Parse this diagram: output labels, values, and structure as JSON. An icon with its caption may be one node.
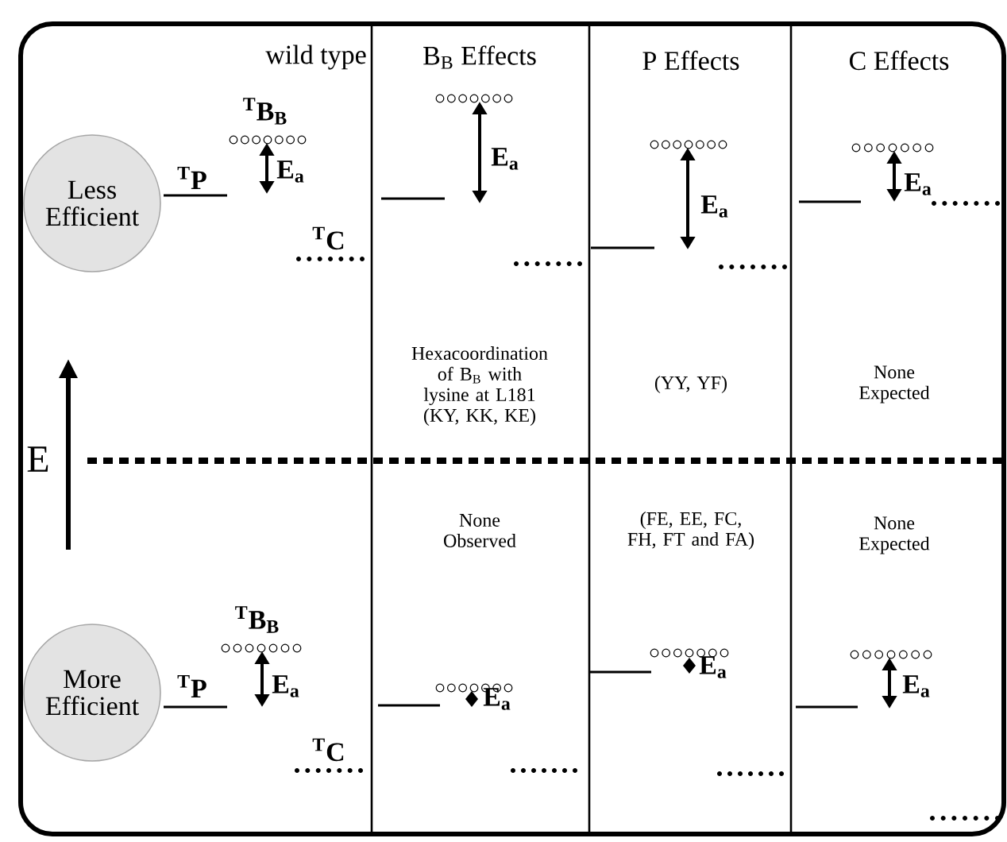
{
  "diagram": {
    "nodes": [
      {
        "text": [
          "Less Efficient"
        ]
      },
      {
        "text": [
          "More Efficient"
        ]
      }
    ],
    "labels": [
      "wild type",
      "B$_{B}$ Effects",
      "P Effects",
      "C Effects",
      "$^{T}$B$_{B}$",
      "$^{T}$P",
      "E$_{a}$",
      "$^{T}$C",
      "E$_{a}$",
      "E$_{a}$",
      "E$_{a}$",
      "Hexacoordination of B$_{B}$ with lysine at L181 (KY, KK, KE)",
      "(YY, YF)",
      "None Expected",
      "E",
      "None Observed",
      "(FE, EE, FC, FH, FT and FA)",
      "None Expected",
      "$^{T}$B$_{B}$",
      "$^{T}$P",
      "E$_{a}$",
      "$^{T}$C",
      "E$_{a}$",
      "E$_{a}$",
      "E$_{a}$"
    ]
  }
}
